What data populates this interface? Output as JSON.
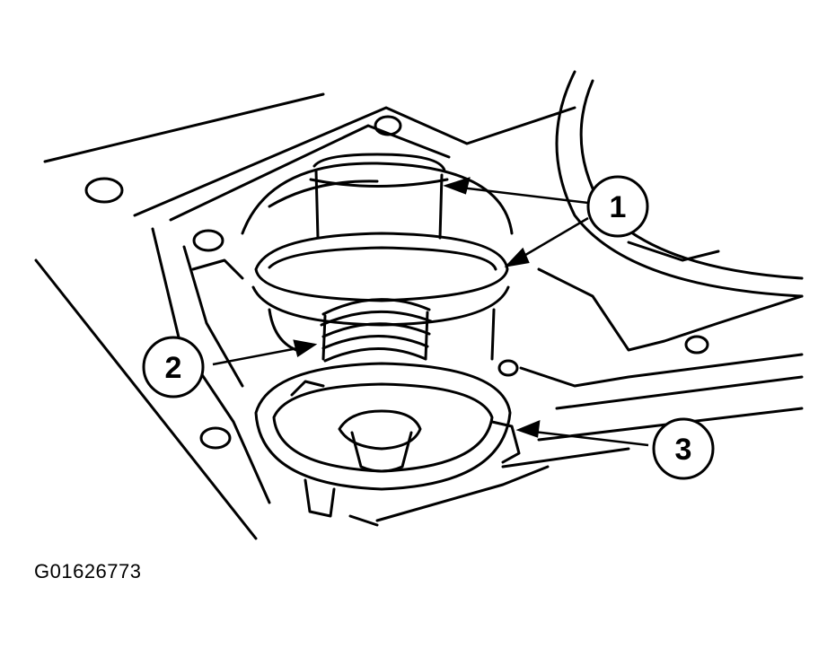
{
  "callouts": [
    {
      "label": "1"
    },
    {
      "label": "2"
    },
    {
      "label": "3"
    }
  ],
  "figure_code": "G01626773"
}
